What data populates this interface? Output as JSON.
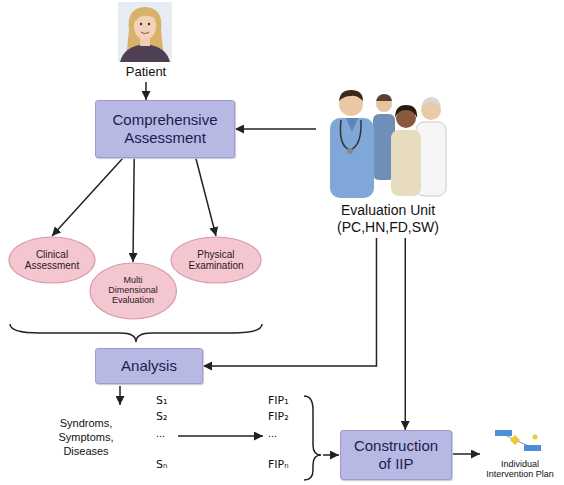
{
  "diagram": {
    "nodes": [
      {
        "text": [
          "Patient"
        ]
      },
      {
        "text": [
          "Comprehensive Assessment"
        ]
      },
      {
        "text": [
          "Evaluation Unit (PC,HN,FD,SW)"
        ]
      },
      {
        "text": [
          "Clinical Assessment"
        ]
      },
      {
        "text": [
          "Multi Dimensional Evaluation"
        ]
      },
      {
        "text": [
          "Physical Examination"
        ]
      },
      {
        "text": [
          "Analysis"
        ]
      },
      {
        "text": [
          "Construction of IIP"
        ]
      },
      {
        "text": [
          "Individual Intervention Plan"
        ]
      }
    ],
    "edges": [
      {
        "from": 0,
        "to": 1,
        "arrow": "to"
      },
      {
        "from": 2,
        "to": 1,
        "arrow": "to"
      },
      {
        "from": 1,
        "to": 3,
        "arrow": "to"
      },
      {
        "from": 1,
        "to": 4,
        "arrow": "to"
      },
      {
        "from": 1,
        "to": 5,
        "arrow": "to"
      },
      {
        "from": 2,
        "to": 6,
        "arrow": "to"
      },
      {
        "from": 2,
        "to": 7,
        "arrow": "to"
      },
      {
        "from": 7,
        "to": 8,
        "arrow": "to"
      }
    ],
    "labels": [
      "Syndroms, Symptoms, Diseases",
      "S₁",
      "S₂",
      "...",
      "Sₙ",
      "FIP₁",
      "FIP₂",
      "...",
      "FIPₙ"
    ]
  }
}
